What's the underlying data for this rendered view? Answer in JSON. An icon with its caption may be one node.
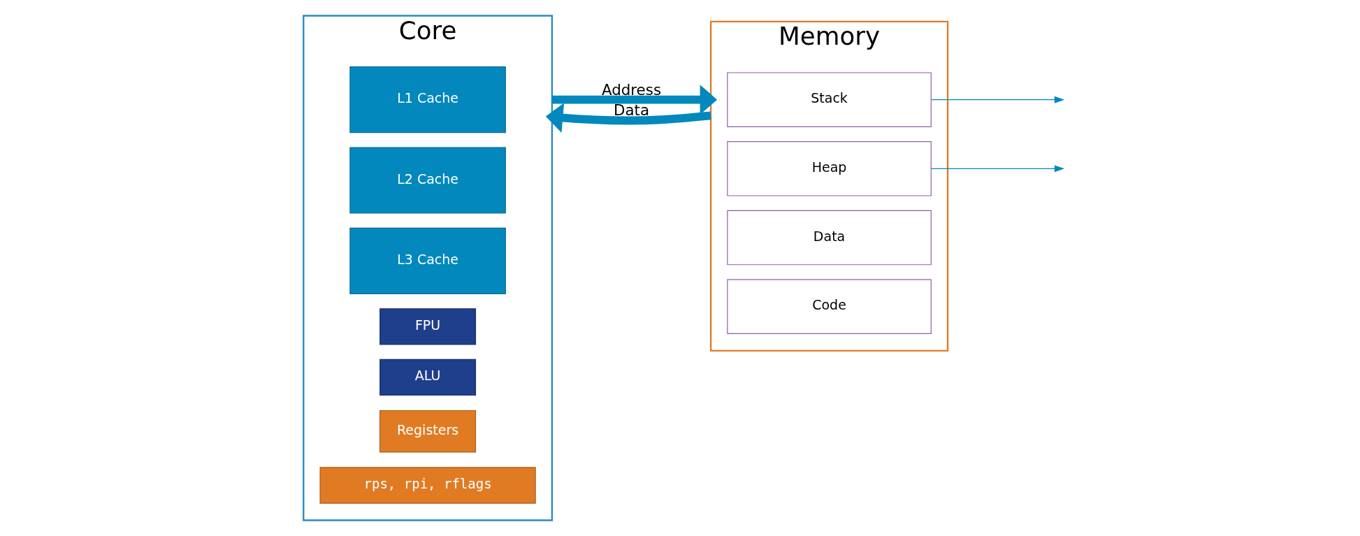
{
  "diagram": {
    "nodes": [
      {
        "text": [
          "Core"
        ]
      },
      {
        "text": [
          "L1 Cache"
        ],
        "in": 0
      },
      {
        "text": [
          "L2 Cache"
        ],
        "in": 0
      },
      {
        "text": [
          "L3 Cache"
        ],
        "in": 0
      },
      {
        "text": [
          "FPU"
        ],
        "in": 0
      },
      {
        "text": [
          "ALU"
        ],
        "in": 0
      },
      {
        "text": [
          "Registers"
        ],
        "in": 0
      },
      {
        "text": [
          "rps, rpi, rflags"
        ],
        "in": 0
      },
      {
        "text": [
          "Memory"
        ]
      },
      {
        "text": [
          "Stack"
        ],
        "in": 8
      },
      {
        "text": [
          "Heap"
        ],
        "in": 8
      },
      {
        "text": [
          "Data"
        ],
        "in": 8
      },
      {
        "text": [
          "Code"
        ],
        "in": 8
      }
    ],
    "edges": [
      {
        "from": 0,
        "to": 8,
        "arrow": "to",
        "label": "Address",
        "style": "thick"
      },
      {
        "from": 9,
        "to": null,
        "arrow": "to"
      },
      {
        "from": 10,
        "to": null,
        "arrow": "to"
      },
      {
        "from": 8,
        "to": 0,
        "arrow": "to",
        "label": "Data",
        "style": "thick"
      }
    ]
  }
}
